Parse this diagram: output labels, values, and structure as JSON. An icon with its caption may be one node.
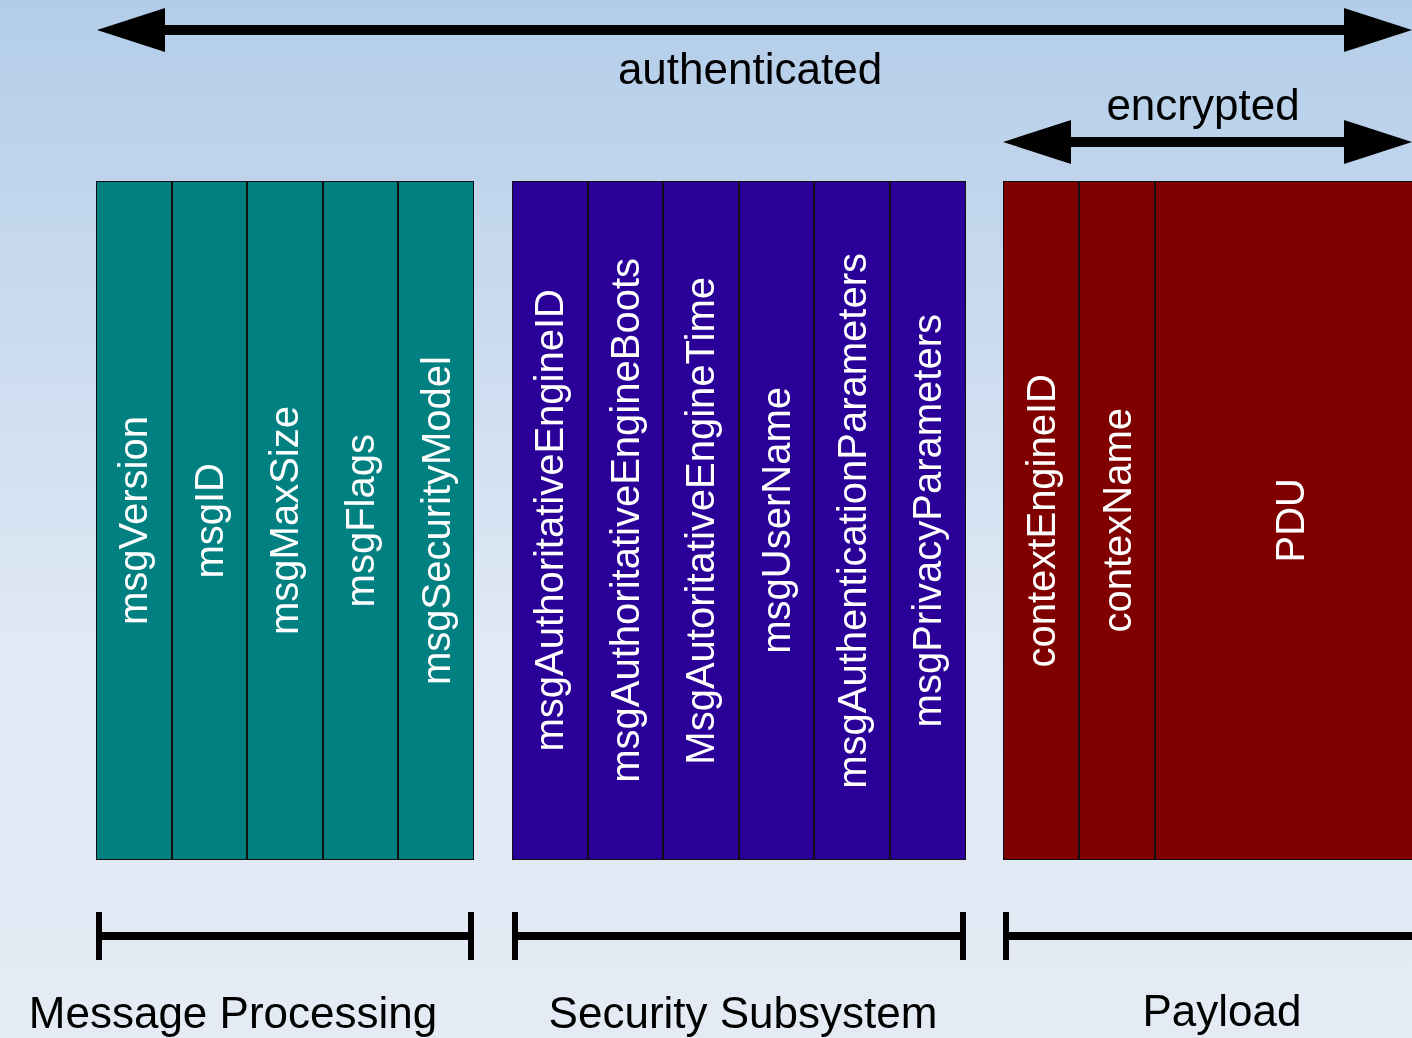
{
  "diagram": {
    "nodes": [
      {
        "text": [
          "msgVersion"
        ]
      },
      {
        "text": [
          "msgID"
        ]
      },
      {
        "text": [
          "msgMaxSize"
        ]
      },
      {
        "text": [
          "msgFlags"
        ]
      },
      {
        "text": [
          "msgSecurityModel"
        ]
      },
      {
        "text": [
          "msgAuthoritativeEngineID"
        ]
      },
      {
        "text": [
          "msgAuthoritativeEngineBoots"
        ]
      },
      {
        "text": [
          "MsgAutoritativeEngineTime"
        ]
      },
      {
        "text": [
          "msgUserName"
        ]
      },
      {
        "text": [
          "msgAuthenticationParameters"
        ]
      },
      {
        "text": [
          "msgPrivacyParameters"
        ]
      },
      {
        "text": [
          "contextEngineID"
        ]
      },
      {
        "text": [
          "contexName"
        ]
      },
      {
        "text": [
          "PDU"
        ]
      }
    ],
    "labels": [
      "authenticated",
      "encrypted",
      "Message Processing",
      "Security Subsystem",
      "Payload"
    ]
  }
}
